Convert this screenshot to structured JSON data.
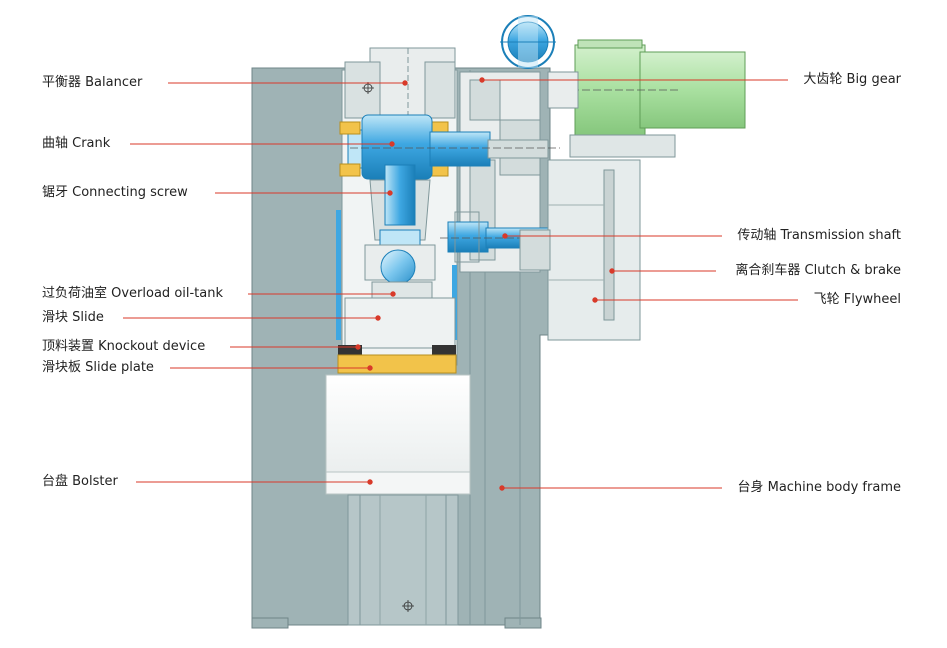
{
  "diagram": {
    "left_labels": [
      {
        "id": "balancer",
        "text": "平衡器 Balancer"
      },
      {
        "id": "crank",
        "text": "曲轴 Crank"
      },
      {
        "id": "connecting_screw",
        "text": "锯牙 Connecting screw"
      },
      {
        "id": "overload_tank",
        "text": "过负荷油室 Overload oil-tank"
      },
      {
        "id": "slide",
        "text": "滑块 Slide"
      },
      {
        "id": "knockout",
        "text": "顶料装置 Knockout device"
      },
      {
        "id": "slide_plate",
        "text": "滑块板 Slide plate"
      },
      {
        "id": "bolster",
        "text": "台盘 Bolster"
      }
    ],
    "right_labels": [
      {
        "id": "big_gear",
        "text": "大齿轮 Big gear"
      },
      {
        "id": "transmission_shaft",
        "text": "传动轴 Transmission shaft"
      },
      {
        "id": "clutch_brake",
        "text": "离合刹车器 Clutch & brake"
      },
      {
        "id": "flywheel",
        "text": "飞轮 Flywheel"
      },
      {
        "id": "body_frame",
        "text": "台身 Machine body frame"
      }
    ],
    "colors": {
      "frame": "#9fb3b5",
      "frame_dark": "#7f979a",
      "shaft_blue": "#3ea7e2",
      "shaft_light": "#bfe6f7",
      "gold": "#f2c34a",
      "motor_green": "#a9e0a0",
      "leader_red": "#d83a2a",
      "panel": "#e8eeee"
    }
  }
}
